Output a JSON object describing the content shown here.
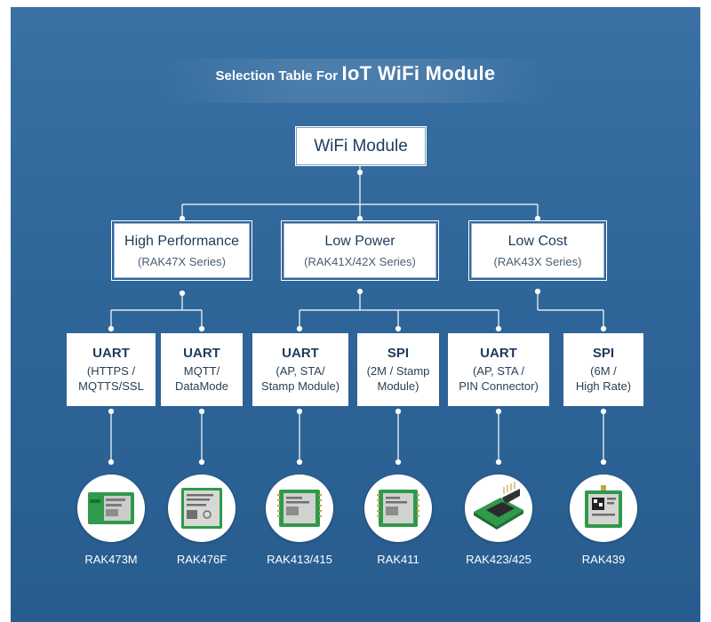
{
  "title": {
    "small": "Selection Table",
    "small2": "For",
    "big": "IoT WiFi Module"
  },
  "root": "WiFi Module",
  "categories": [
    {
      "name": "High Performance",
      "series": "(RAK47X Series)"
    },
    {
      "name": "Low Power",
      "series": "(RAK41X/42X Series)"
    },
    {
      "name": "Low Cost",
      "series": "(RAK43X Series)"
    }
  ],
  "interfaces": [
    {
      "name": "UART",
      "desc": "(HTTPS /\nMQTTS/SSL"
    },
    {
      "name": "UART",
      "desc": "MQTT/\nDataMode"
    },
    {
      "name": "UART",
      "desc": "(AP, STA/\nStamp Module)"
    },
    {
      "name": "SPI",
      "desc": "(2M / Stamp\nModule)"
    },
    {
      "name": "UART",
      "desc": "(AP, STA /\nPIN Connector)"
    },
    {
      "name": "SPI",
      "desc": "(6M /\nHigh Rate)"
    }
  ],
  "products": [
    "RAK473M",
    "RAK476F",
    "RAK413/415",
    "RAK411",
    "RAK423/425",
    "RAK439"
  ],
  "colors": {
    "background": "#2f6699",
    "connector": "#ffffff",
    "box_text": "#1d3b5c",
    "module_green": "#2f9a4a"
  }
}
